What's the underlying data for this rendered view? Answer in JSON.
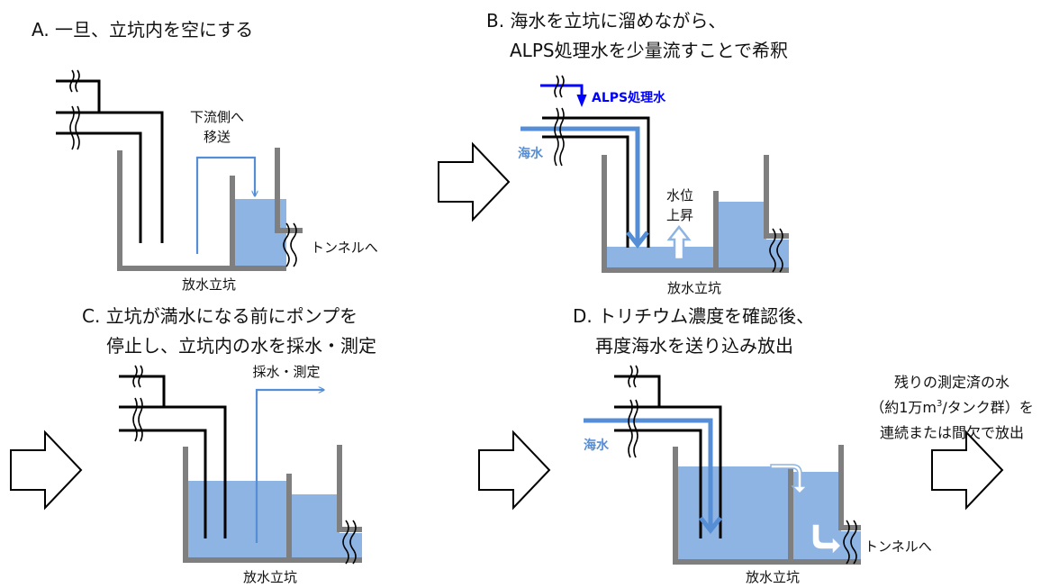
{
  "colors": {
    "water": "#8db4e2",
    "wall": "#7f7f7f",
    "pipe": "#000000",
    "seawater_flow": "#558ed5",
    "alps_flow": "#0000ff",
    "arrow_outline": "#000000"
  },
  "panels": {
    "a": {
      "title": "A. 一旦、立坑内を空にする",
      "transfer_label_1": "下流側へ",
      "transfer_label_2": "移送",
      "tunnel_label": "トンネルへ",
      "shaft_label": "放水立坑"
    },
    "b": {
      "title_1": "B. 海水を立坑に溜めながら、",
      "title_2": "ALPS処理水を少量流すことで希釈",
      "alps_label": "ALPS処理水",
      "seawater_label": "海水",
      "rise_label_1": "水位",
      "rise_label_2": "上昇",
      "shaft_label": "放水立坑"
    },
    "c": {
      "title_1": "C. 立坑が満水になる前にポンプを",
      "title_2": "停止し、立坑内の水を採水・測定",
      "sampling_label": "採水・測定",
      "shaft_label": "放水立坑"
    },
    "d": {
      "title_1": "D. トリチウム濃度を確認後、",
      "title_2": "再度海水を送り込み放出",
      "seawater_label": "海水",
      "tunnel_label": "トンネルへ",
      "shaft_label": "放水立坑"
    }
  },
  "note": {
    "line_1": "残りの測定済の水",
    "line_2_pre": "（約1万m",
    "line_2_sup": "3",
    "line_2_post": "/タンク群）を",
    "line_3": "連続または間欠で放出"
  }
}
